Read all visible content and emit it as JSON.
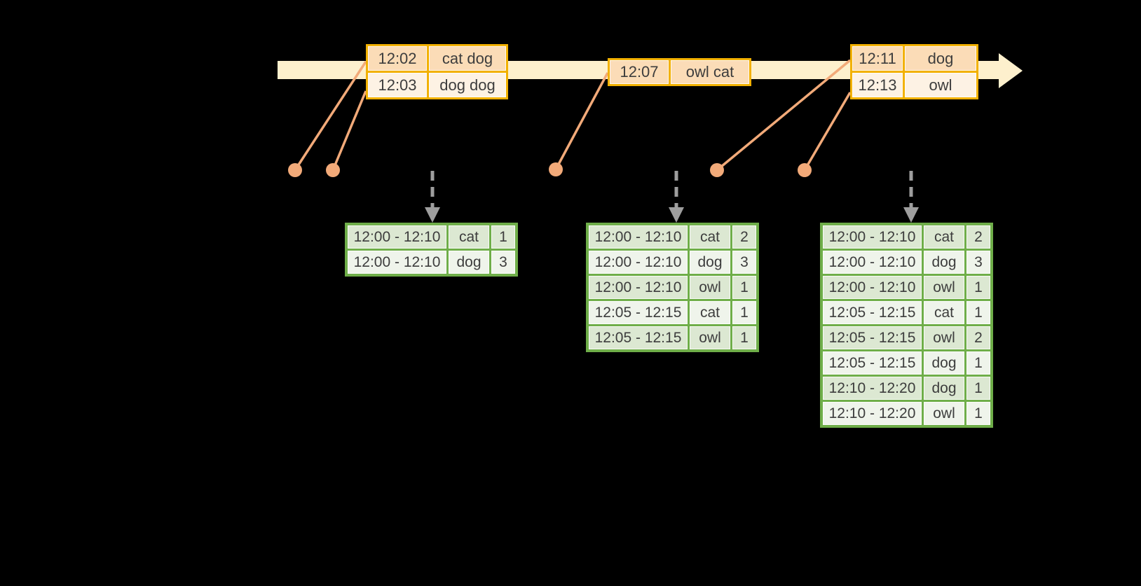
{
  "diagram": {
    "name": "windowed-grouped-aggregation-stream-diagram",
    "colors": {
      "background": "#000000",
      "timeline_fill": "#fdf0cd",
      "event_table_border": "#f2b100",
      "event_row_odd": "#fbdcb7",
      "event_row_even": "#fdf2e4",
      "result_table_border": "#6fae49",
      "result_row_odd": "#dce8d2",
      "result_row_even": "#eff4eb",
      "connector": "#f2aa79",
      "trigger_arrow": "#9e9e9e",
      "text": "#3d3d3d"
    },
    "icons": {
      "timeline_arrowhead": "right-arrow",
      "trigger_arrow": "down-arrow",
      "event_dot": "filled-circle"
    },
    "event_tables": [
      {
        "rows": [
          {
            "time": "12:02",
            "words": "cat dog"
          },
          {
            "time": "12:03",
            "words": "dog dog"
          }
        ]
      },
      {
        "rows": [
          {
            "time": "12:07",
            "words": "owl cat"
          }
        ]
      },
      {
        "rows": [
          {
            "time": "12:11",
            "words": "dog"
          },
          {
            "time": "12:13",
            "words": "owl"
          }
        ]
      }
    ],
    "result_tables": [
      {
        "rows": [
          {
            "window": "12:00 - 12:10",
            "word": "cat",
            "count": "1"
          },
          {
            "window": "12:00 - 12:10",
            "word": "dog",
            "count": "3"
          }
        ]
      },
      {
        "rows": [
          {
            "window": "12:00 - 12:10",
            "word": "cat",
            "count": "2"
          },
          {
            "window": "12:00 - 12:10",
            "word": "dog",
            "count": "3"
          },
          {
            "window": "12:00 - 12:10",
            "word": "owl",
            "count": "1"
          },
          {
            "window": "12:05 - 12:15",
            "word": "cat",
            "count": "1"
          },
          {
            "window": "12:05 - 12:15",
            "word": "owl",
            "count": "1"
          }
        ]
      },
      {
        "rows": [
          {
            "window": "12:00 - 12:10",
            "word": "cat",
            "count": "2"
          },
          {
            "window": "12:00 - 12:10",
            "word": "dog",
            "count": "3"
          },
          {
            "window": "12:00 - 12:10",
            "word": "owl",
            "count": "1"
          },
          {
            "window": "12:05 - 12:15",
            "word": "cat",
            "count": "1"
          },
          {
            "window": "12:05 - 12:15",
            "word": "owl",
            "count": "2"
          },
          {
            "window": "12:05 - 12:15",
            "word": "dog",
            "count": "1"
          },
          {
            "window": "12:10 - 12:20",
            "word": "dog",
            "count": "1"
          },
          {
            "window": "12:10 - 12:20",
            "word": "owl",
            "count": "1"
          }
        ]
      }
    ]
  }
}
